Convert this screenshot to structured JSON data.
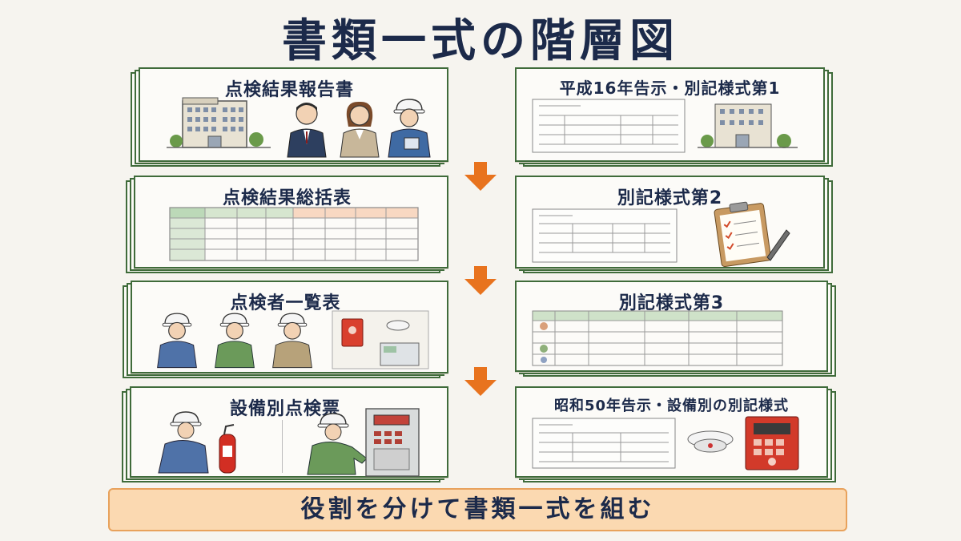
{
  "title": "書類一式の階層図",
  "left_column": [
    {
      "label": "点検結果報告書"
    },
    {
      "label": "点検結果総括表"
    },
    {
      "label": "点検者一覧表"
    },
    {
      "label": "設備別点検票"
    }
  ],
  "right_column": [
    {
      "label": "平成16年告示・別記様式第1"
    },
    {
      "label": "別記様式第2"
    },
    {
      "label": "別記様式第3"
    },
    {
      "label": "昭和50年告示・設備別の別記様式"
    }
  ],
  "banner": "役割を分けて書類一式を組む",
  "colors": {
    "border_green": "#3f6b3a",
    "arrow_orange": "#e8731e",
    "banner_fill": "#fbd9b1",
    "title_navy": "#1c2a4a"
  },
  "icons": [
    "building-icon",
    "person-icon",
    "worker-icon",
    "document-icon",
    "clipboard-icon",
    "alarm-panel-icon",
    "smoke-detector-icon",
    "extinguisher-icon",
    "control-panel-icon"
  ]
}
